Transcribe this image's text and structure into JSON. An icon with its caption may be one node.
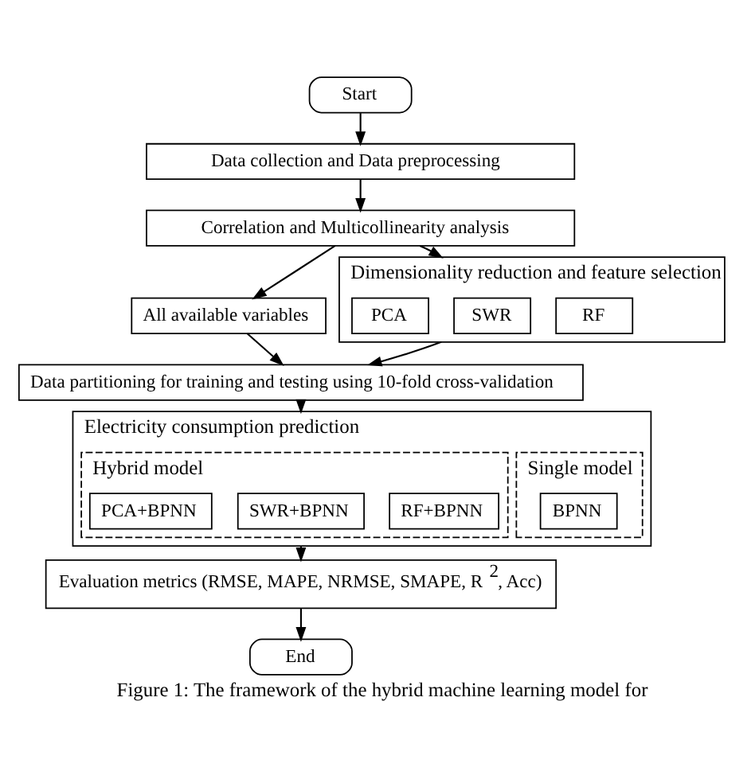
{
  "diagram": {
    "caption": "Figure 1: The framework of the hybrid machine learning model for",
    "nodes": [
      {
        "text": [
          "Start"
        ]
      },
      {
        "text": [
          "Data collection and Data preprocessing"
        ]
      },
      {
        "text": [
          "Correlation and Multicollinearity analysis"
        ]
      },
      {
        "text": [
          "All available variables"
        ]
      },
      {
        "text": [
          "Dimensionality reduction and feature selection"
        ]
      },
      {
        "text": [
          "PCA"
        ],
        "in": 4
      },
      {
        "text": [
          "SWR"
        ],
        "in": 4
      },
      {
        "text": [
          "RF"
        ],
        "in": 4
      },
      {
        "text": [
          "Data partitioning for training and testing using 10-fold cross-validation"
        ]
      },
      {
        "text": [
          "Electricity consumption prediction"
        ]
      },
      {
        "text": [
          "Single model"
        ],
        "in": 9
      },
      {
        "text": [
          "BPNN"
        ],
        "in": 10
      },
      {
        "text": [
          "Hybrid model"
        ],
        "in": 9
      },
      {
        "text": [
          "PCA+BPNN"
        ],
        "in": 12
      },
      {
        "text": [
          "SWR+BPNN"
        ],
        "in": 12
      },
      {
        "text": [
          "RF+BPNN"
        ],
        "in": 12
      },
      {
        "text": [
          "Evaluation metrics (RMSE, MAPE, NRMSE, SMAPE, R$^{2}$, Acc)"
        ]
      },
      {
        "text": [
          "End"
        ]
      }
    ],
    "edges": [
      {
        "from": 0,
        "to": 1,
        "arrow": "to"
      },
      {
        "from": 1,
        "to": 2,
        "arrow": "to"
      },
      {
        "from": 2,
        "to": 3,
        "arrow": "to"
      },
      {
        "from": 2,
        "to": 4,
        "arrow": "to"
      },
      {
        "from": 3,
        "to": 8,
        "arrow": "to"
      },
      {
        "from": 4,
        "to": 8,
        "arrow": "to"
      },
      {
        "from": 8,
        "to": 9,
        "arrow": "to"
      },
      {
        "from": 9,
        "to": 16,
        "arrow": "to"
      },
      {
        "from": 16,
        "to": 17,
        "arrow": "to"
      }
    ]
  }
}
